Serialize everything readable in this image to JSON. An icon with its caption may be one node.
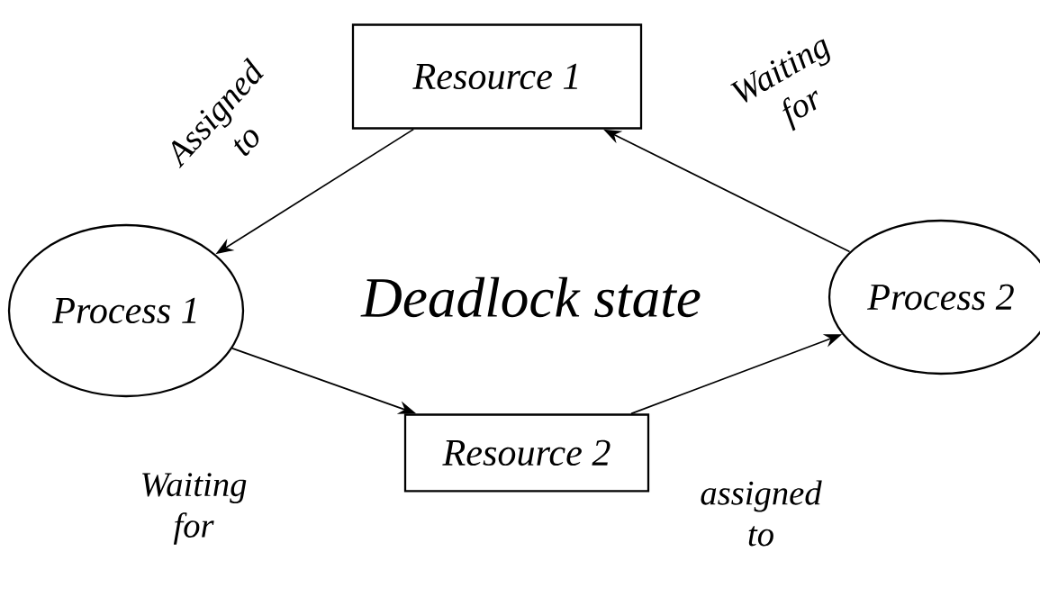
{
  "diagram": {
    "nodes": [
      {
        "text": [
          "Resource 1"
        ]
      },
      {
        "text": [
          "Process 1"
        ]
      },
      {
        "text": [
          "Process 2"
        ]
      },
      {
        "text": [
          "Resource 2"
        ]
      }
    ],
    "edges": [
      {
        "from": 0,
        "to": 1,
        "arrow": "to",
        "label": "Assigned to"
      },
      {
        "from": 1,
        "to": 3,
        "arrow": "to",
        "label": "Waiting for"
      },
      {
        "from": 3,
        "to": 2,
        "arrow": "to",
        "label": "assigned to"
      },
      {
        "from": 2,
        "to": 0,
        "arrow": "to",
        "label": "Waiting for"
      }
    ],
    "labels": [
      "Deadlock state"
    ]
  }
}
